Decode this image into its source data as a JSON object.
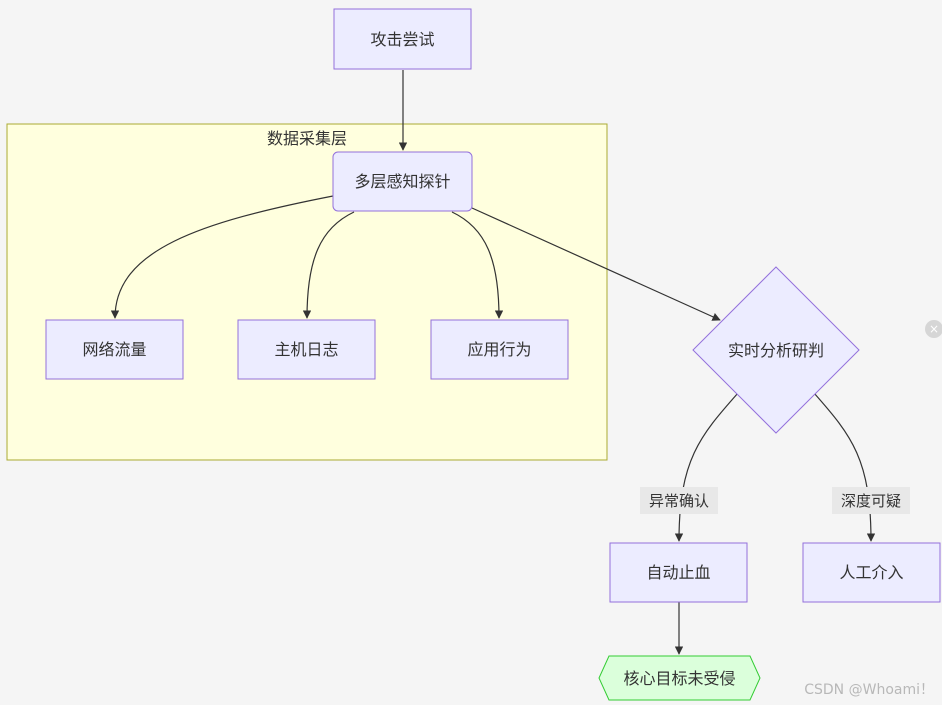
{
  "cluster": {
    "label": "数据采集层"
  },
  "nodes": {
    "attack": "攻击尝试",
    "probe": "多层感知探针",
    "network": "网络流量",
    "host": "主机日志",
    "app": "应用行为",
    "analysis": "实时分析研判",
    "auto_stop": "自动止血",
    "manual": "人工介入",
    "core_safe": "核心目标未受侵"
  },
  "edge_labels": {
    "confirmed": "异常确认",
    "suspicious": "深度可疑"
  },
  "watermark": "CSDN @Whoami！",
  "close_button": {
    "icon": "×"
  },
  "colors": {
    "node_fill": "#ececff",
    "node_stroke": "#9370db",
    "cluster_fill": "#ffffde",
    "cluster_stroke": "#aaaa33",
    "terminal_fill": "#dbffdb",
    "terminal_stroke": "#33cc33",
    "edge": "#333333"
  }
}
